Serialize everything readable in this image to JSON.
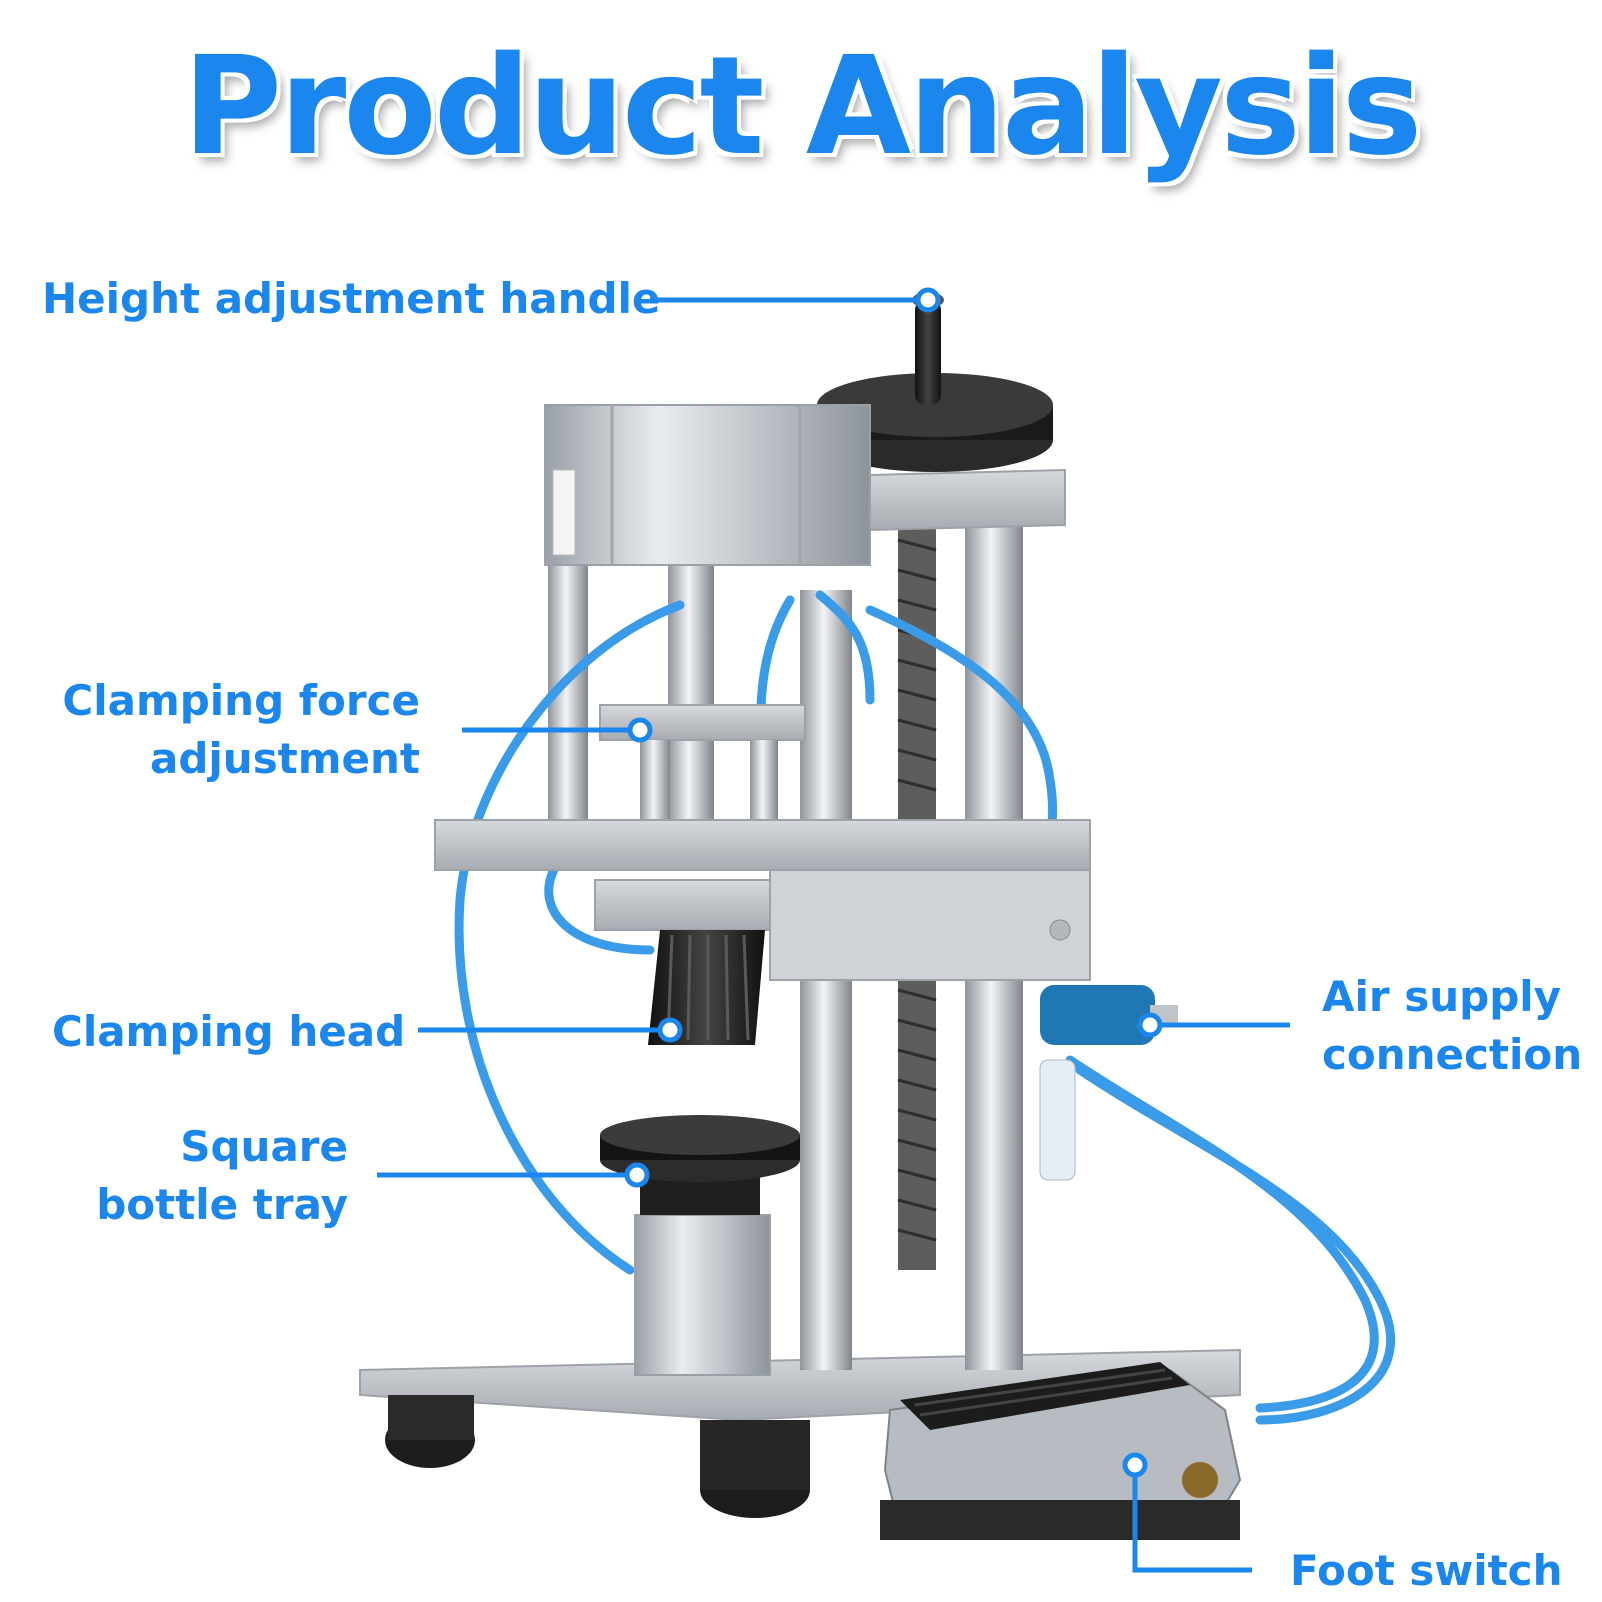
{
  "title": "Product Analysis",
  "callouts": {
    "height_handle": "Height adjustment handle",
    "clamping_force": [
      "Clamping force",
      "adjustment"
    ],
    "clamping_head": "Clamping head",
    "bottle_tray": [
      "Square",
      "bottle tray"
    ],
    "air_supply": [
      "Air supply",
      "connection"
    ],
    "foot_switch": "Foot switch"
  },
  "colors": {
    "accent": "#1a86ee",
    "frame": "#c9cdd2",
    "tube": "#3a9be8"
  }
}
